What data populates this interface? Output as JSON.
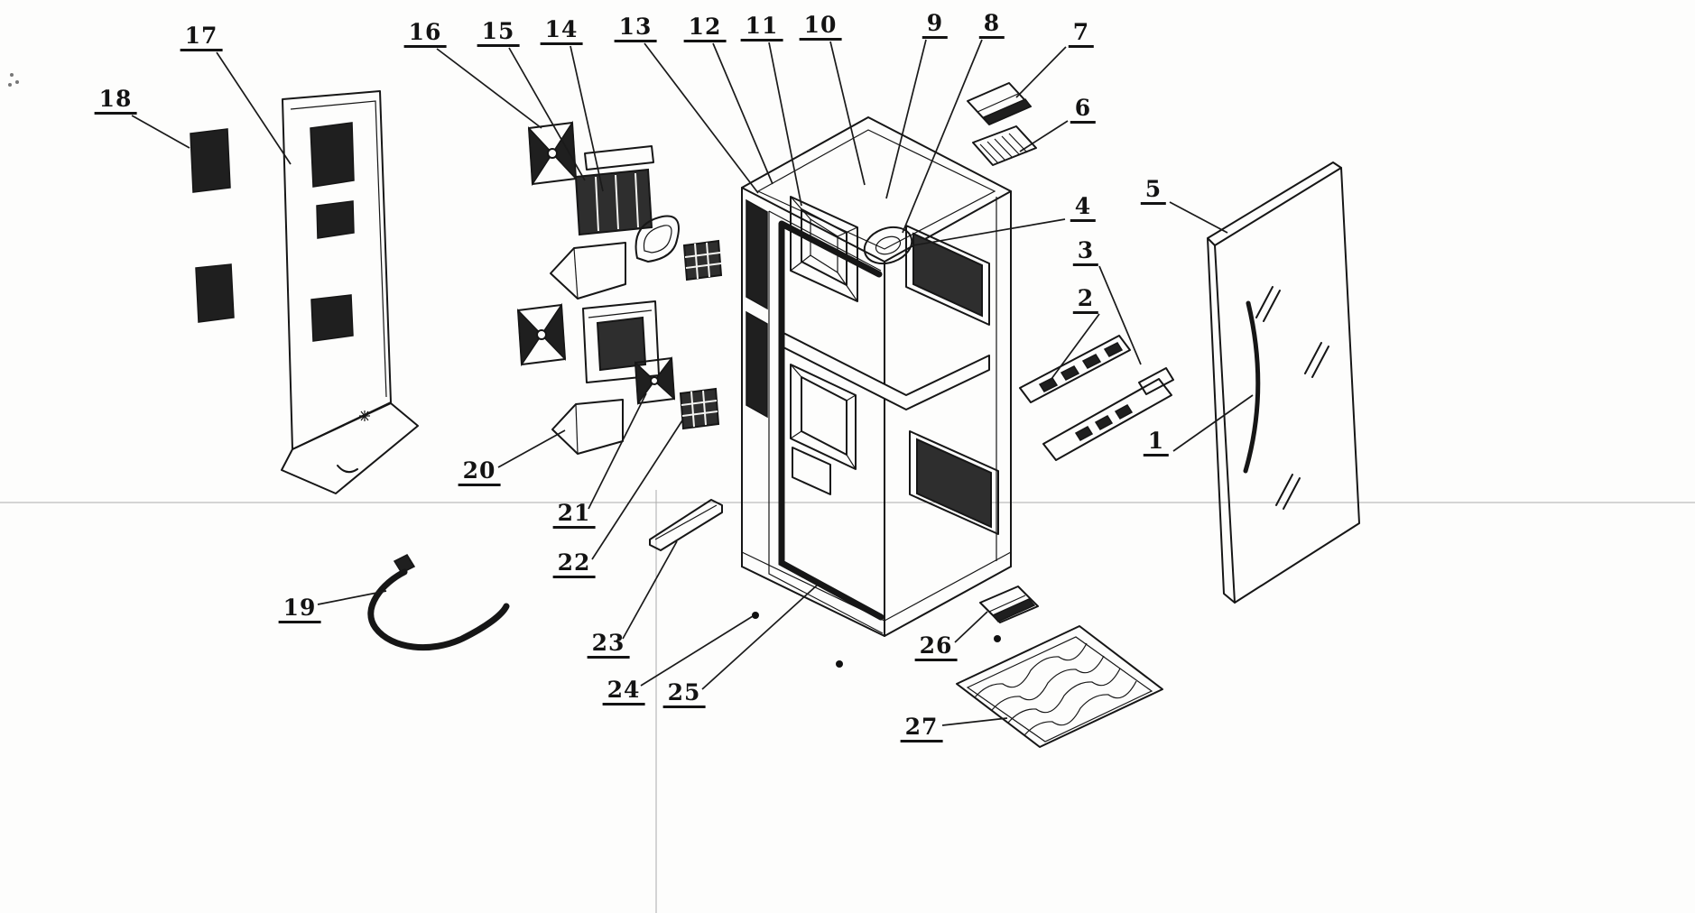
{
  "figure": {
    "type": "exploded-view-diagram",
    "subject": "refrigerator cabinet exploded parts drawing",
    "part_count": 27,
    "part_numbers": [
      "1",
      "2",
      "3",
      "4",
      "5",
      "6",
      "7",
      "8",
      "9",
      "10",
      "11",
      "12",
      "13",
      "14",
      "15",
      "16",
      "17",
      "18",
      "19",
      "20",
      "21",
      "22",
      "23",
      "24",
      "25",
      "26",
      "27"
    ]
  },
  "labels": {
    "1": "1",
    "2": "2",
    "3": "3",
    "4": "4",
    "5": "5",
    "6": "6",
    "7": "7",
    "8": "8",
    "9": "9",
    "10": "10",
    "11": "11",
    "12": "12",
    "13": "13",
    "14": "14",
    "15": "15",
    "16": "16",
    "17": "17",
    "18": "18",
    "19": "19",
    "20": "20",
    "21": "21",
    "22": "22",
    "23": "23",
    "24": "24",
    "25": "25",
    "26": "26",
    "27": "27"
  },
  "colors": {
    "ink": "#161616",
    "paper": "#fdfdfc",
    "dark_fill": "#2e2e2e",
    "guide_line": "#ababab"
  }
}
